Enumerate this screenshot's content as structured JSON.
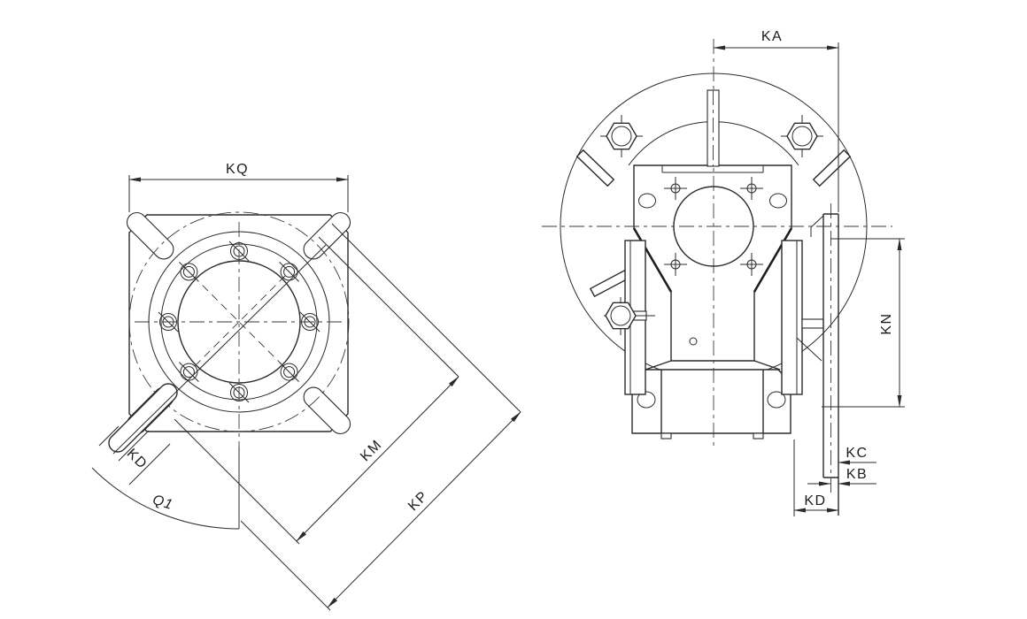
{
  "drawing": {
    "front_view": {
      "labels": {
        "kq": "KQ",
        "km": "KM",
        "kp": "KP",
        "kd": "KD",
        "q1": "Q1"
      }
    },
    "side_view": {
      "labels": {
        "ka": "KA",
        "kn": "KN",
        "kc": "KC",
        "kb": "KB",
        "kd": "KD"
      }
    },
    "colors": {
      "line": "#2b2b2b",
      "background": "#ffffff"
    }
  }
}
